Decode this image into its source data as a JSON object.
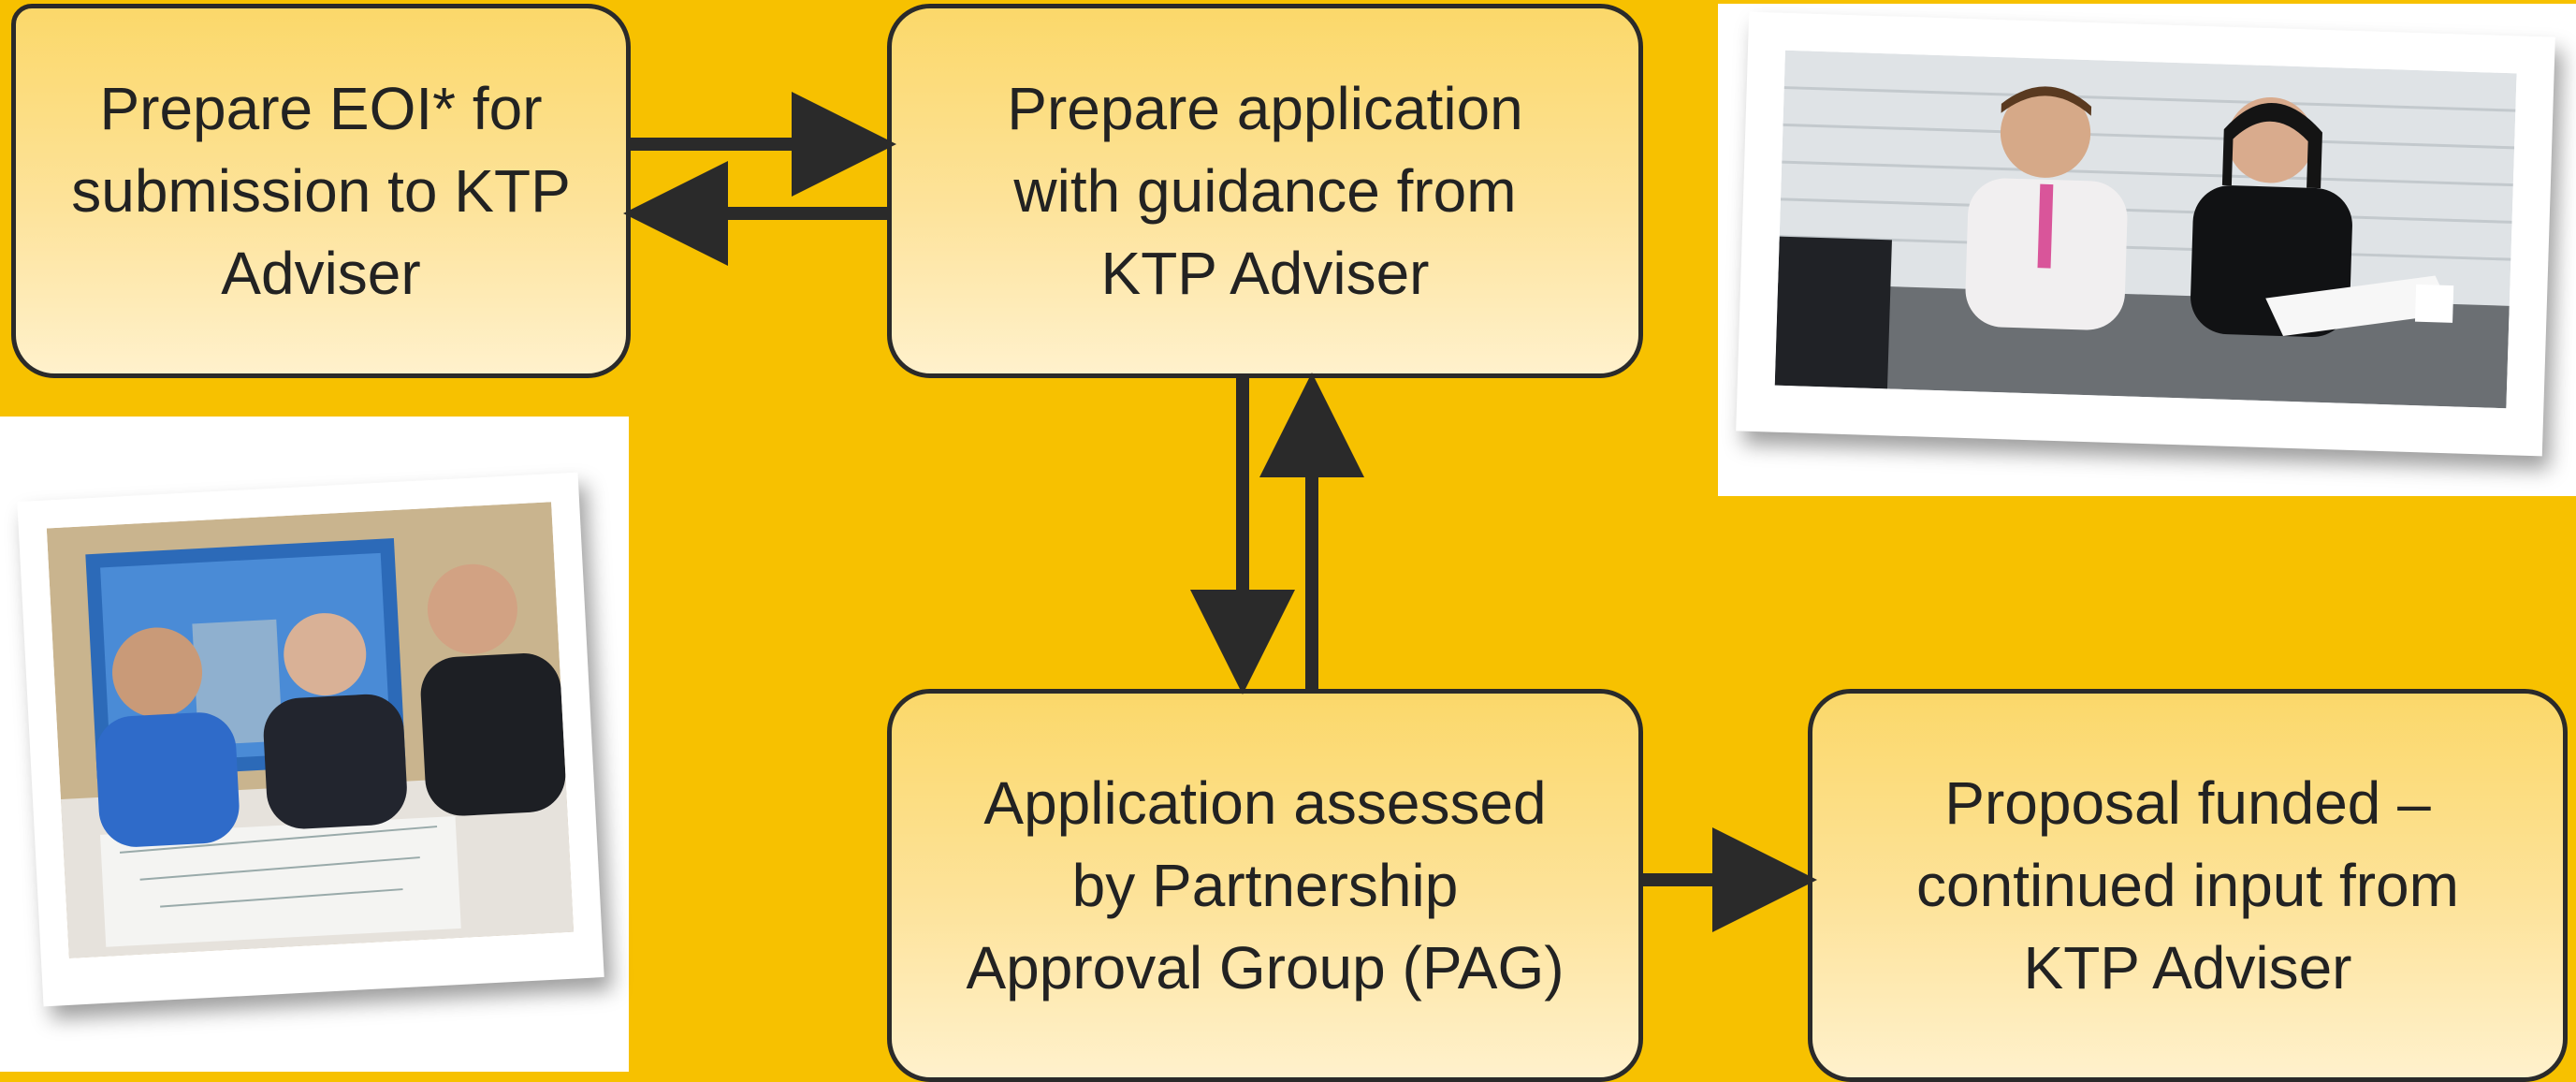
{
  "flow": {
    "eoi_box": {
      "lines": [
        "Prepare EOI* for",
        "submission to KTP",
        "Adviser"
      ]
    },
    "application_box": {
      "lines": [
        "Prepare application",
        "with guidance from",
        "KTP Adviser"
      ]
    },
    "assessment_box": {
      "lines": [
        "Application assessed",
        "by Partnership",
        "Approval Group (PAG)"
      ]
    },
    "funded_box": {
      "lines": [
        "Proposal funded –",
        "continued input from",
        "KTP Adviser"
      ]
    }
  },
  "photos": {
    "left_photo": "photo-three-men-meeting-with-blueprints",
    "right_photo": "photo-man-and-woman-reviewing-documents"
  },
  "colors": {
    "background": "#f7c100",
    "box_border": "#2a2a2a",
    "arrow": "#2a2a2a",
    "box_fill_top": "#fbd86a",
    "box_fill_bottom": "#fff1cc"
  }
}
